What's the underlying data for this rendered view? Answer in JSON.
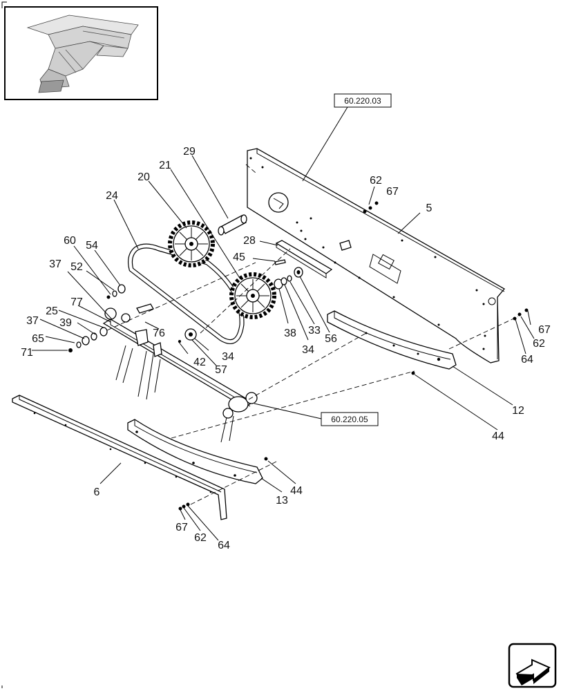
{
  "references": {
    "ref_1": "60.220.03",
    "ref_2": "60.220.05"
  },
  "callouts": {
    "c29": "29",
    "c21": "21",
    "c20": "20",
    "c24": "24",
    "c62a": "62",
    "c67a": "67",
    "c5": "5",
    "c60": "60",
    "c54": "54",
    "c28": "28",
    "c45": "45",
    "c37a": "37",
    "c52": "52",
    "c77": "77",
    "c25": "25",
    "c37b": "37",
    "c39": "39",
    "c76": "76",
    "c65": "65",
    "c71": "71",
    "c38": "38",
    "c33": "33",
    "c56": "56",
    "c34a": "34",
    "c42": "42",
    "c34b": "34",
    "c57": "57",
    "c67b": "67",
    "c62b": "62",
    "c64a": "64",
    "c12": "12",
    "c44a": "44",
    "c6": "6",
    "c44b": "44",
    "c13": "13",
    "c67c": "67",
    "c62c": "62",
    "c64b": "64"
  },
  "icons": {
    "thumbnail": "machine-overview-thumbnail",
    "next": "next-page-arrow-icon"
  }
}
